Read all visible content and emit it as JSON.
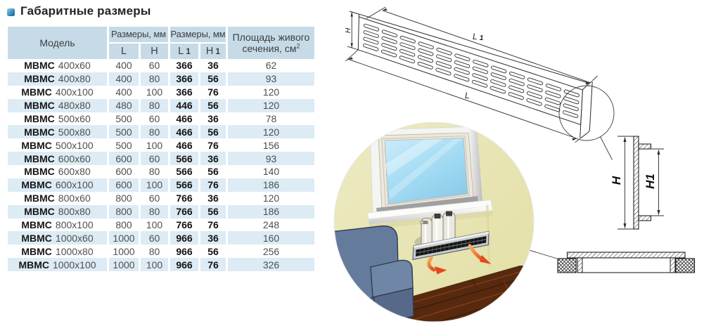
{
  "title": "Габаритные размеры",
  "table": {
    "header": {
      "model": "Модель",
      "dims_lh": "Размеры, мм",
      "dims_l1h1": "Размеры, мм",
      "sub_l": "L",
      "sub_h": "H",
      "sub_l1_base": "L",
      "sub_l1_idx": "1",
      "sub_h1_base": "H",
      "sub_h1_idx": "1",
      "area_line1": "Площадь живого",
      "area_line2": "сечения, см",
      "area_sup": "2"
    },
    "rows": [
      {
        "brand": "МВМС",
        "size": "400x60",
        "l": "400",
        "h": "60",
        "l1": "366",
        "h1": "36",
        "area": "62"
      },
      {
        "brand": "МВМС",
        "size": "400x80",
        "l": "400",
        "h": "80",
        "l1": "366",
        "h1": "56",
        "area": "93"
      },
      {
        "brand": "МВМС",
        "size": "400x100",
        "l": "400",
        "h": "100",
        "l1": "366",
        "h1": "76",
        "area": "120"
      },
      {
        "brand": "МВМС",
        "size": "480x80",
        "l": "480",
        "h": "80",
        "l1": "446",
        "h1": "56",
        "area": "120"
      },
      {
        "brand": "МВМС",
        "size": "500x60",
        "l": "500",
        "h": "60",
        "l1": "466",
        "h1": "36",
        "area": "78"
      },
      {
        "brand": "МВМС",
        "size": "500x80",
        "l": "500",
        "h": "80",
        "l1": "466",
        "h1": "56",
        "area": "120"
      },
      {
        "brand": "МВМС",
        "size": "500x100",
        "l": "500",
        "h": "100",
        "l1": "466",
        "h1": "76",
        "area": "156"
      },
      {
        "brand": "МВМС",
        "size": "600x60",
        "l": "600",
        "h": "60",
        "l1": "566",
        "h1": "36",
        "area": "93"
      },
      {
        "brand": "МВМС",
        "size": "600x80",
        "l": "600",
        "h": "80",
        "l1": "566",
        "h1": "56",
        "area": "140"
      },
      {
        "brand": "МВМС",
        "size": "600x100",
        "l": "600",
        "h": "100",
        "l1": "566",
        "h1": "76",
        "area": "186"
      },
      {
        "brand": "МВМС",
        "size": "800x60",
        "l": "800",
        "h": "60",
        "l1": "766",
        "h1": "36",
        "area": "120"
      },
      {
        "brand": "МВМС",
        "size": "800x80",
        "l": "800",
        "h": "80",
        "l1": "766",
        "h1": "56",
        "area": "186"
      },
      {
        "brand": "МВМС",
        "size": "800x100",
        "l": "800",
        "h": "100",
        "l1": "766",
        "h1": "76",
        "area": "248"
      },
      {
        "brand": "МВМС",
        "size": "1000x60",
        "l": "1000",
        "h": "60",
        "l1": "966",
        "h1": "36",
        "area": "160"
      },
      {
        "brand": "МВМС",
        "size": "1000x80",
        "l": "1000",
        "h": "80",
        "l1": "966",
        "h1": "56",
        "area": "256"
      },
      {
        "brand": "МВМС",
        "size": "1000x100",
        "l": "1000",
        "h": "100",
        "l1": "966",
        "h1": "76",
        "area": "326"
      }
    ]
  },
  "drawing": {
    "dim_h": "H",
    "dim_l1_base": "L",
    "dim_l1_idx": "1",
    "dim_l": "L",
    "section_h": "H",
    "section_h1": "H1"
  },
  "colors": {
    "header_bg": "#c6dbe7",
    "row_alt_bg": "#dcebf4",
    "bullet_blue": "#3488b4",
    "arrow_orange": "#e8551f",
    "wall_yellow": "#e9e6b4",
    "sofa_blue": "#647b9c",
    "floor_brown": "#5a2b12"
  }
}
